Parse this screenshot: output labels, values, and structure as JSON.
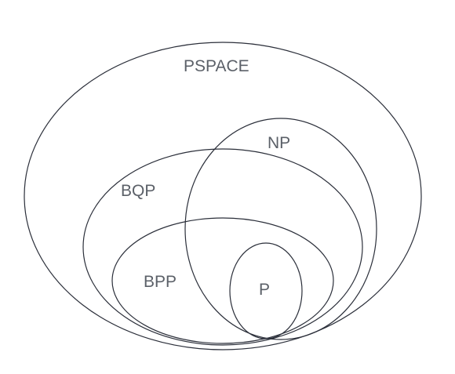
{
  "diagram": {
    "sets": [
      {
        "key": "pspace",
        "label": "PSPACE"
      },
      {
        "key": "np",
        "label": "NP"
      },
      {
        "key": "bqp",
        "label": "BQP"
      },
      {
        "key": "bpp",
        "label": "BPP"
      },
      {
        "key": "p",
        "label": "P"
      }
    ],
    "colors": {
      "stroke": "#2b2f3a",
      "label": "#5b6068",
      "background": "#ffffff"
    }
  }
}
